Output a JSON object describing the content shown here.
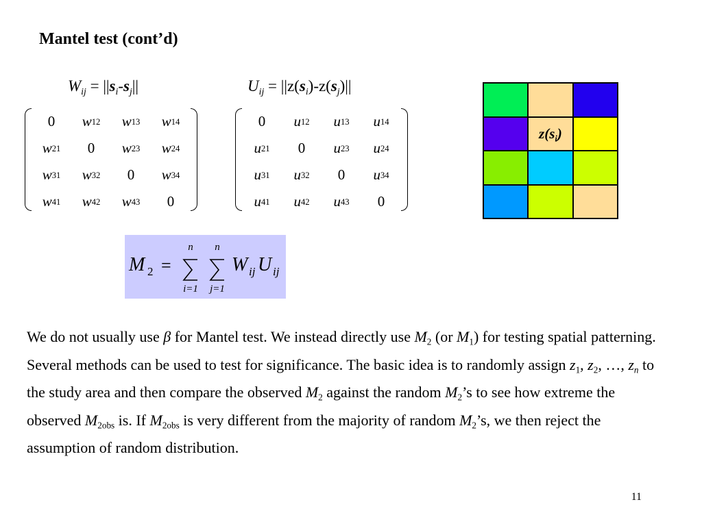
{
  "title": "Mantel test (cont’d)",
  "w_formula": {
    "lhs": "W",
    "lhs_sub": "ij",
    "eq": " = ||",
    "s1": "s",
    "s1_sub": "i",
    "minus": "-",
    "s2": "s",
    "s2_sub": "j",
    "close": "||"
  },
  "u_formula": {
    "lhs": "U",
    "lhs_sub": "ij",
    "eq": " = ||z(",
    "s1": "s",
    "s1_sub": "i",
    "mid": ")-z(",
    "s2": "s",
    "s2_sub": "j",
    "close": ")||"
  },
  "w_matrix": [
    [
      {
        "v": "0",
        "s": ""
      },
      {
        "v": "w",
        "s": "12"
      },
      {
        "v": "w",
        "s": "13"
      },
      {
        "v": "w",
        "s": "14"
      }
    ],
    [
      {
        "v": "w",
        "s": "21"
      },
      {
        "v": "0",
        "s": ""
      },
      {
        "v": "w",
        "s": "23"
      },
      {
        "v": "w",
        "s": "24"
      }
    ],
    [
      {
        "v": "w",
        "s": "31"
      },
      {
        "v": "w",
        "s": "32"
      },
      {
        "v": "0",
        "s": ""
      },
      {
        "v": "w",
        "s": "34"
      }
    ],
    [
      {
        "v": "w",
        "s": "41"
      },
      {
        "v": "w",
        "s": "42"
      },
      {
        "v": "w",
        "s": "43"
      },
      {
        "v": "0",
        "s": ""
      }
    ]
  ],
  "u_matrix": [
    [
      {
        "v": "0",
        "s": ""
      },
      {
        "v": "u",
        "s": "12"
      },
      {
        "v": "u",
        "s": "13"
      },
      {
        "v": "u",
        "s": "14"
      }
    ],
    [
      {
        "v": "u",
        "s": "21"
      },
      {
        "v": "0",
        "s": ""
      },
      {
        "v": "u",
        "s": "23"
      },
      {
        "v": "u",
        "s": "24"
      }
    ],
    [
      {
        "v": "u",
        "s": "31"
      },
      {
        "v": "u",
        "s": "32"
      },
      {
        "v": "0",
        "s": ""
      },
      {
        "v": "u",
        "s": "34"
      }
    ],
    [
      {
        "v": "u",
        "s": "41"
      },
      {
        "v": "u",
        "s": "42"
      },
      {
        "v": "u",
        "s": "43"
      },
      {
        "v": "0",
        "s": ""
      }
    ]
  ],
  "m2_formula": {
    "lhs": "M",
    "lhs_sub": "2",
    "eq": "=",
    "sum1_upper": "n",
    "sum1_lower": "i=1",
    "sum2_upper": "n",
    "sum2_lower": "j=1",
    "w": "W",
    "w_sub": "ij",
    "u": "U",
    "u_sub": "ij"
  },
  "grid": {
    "colors": [
      [
        "#00ee55",
        "#ffdd99",
        "#2200ee"
      ],
      [
        "#5500ee",
        "#ffdd99",
        "#ffff00"
      ],
      [
        "#88ee00",
        "#00ccff",
        "#ccff00"
      ],
      [
        "#0099ff",
        "#ccff00",
        "#ffdd99"
      ]
    ],
    "label": {
      "z": "z",
      "open": "(",
      "s": "s",
      "sub": "i",
      "close": ")"
    }
  },
  "paragraph": {
    "p01": "We do not usually use ",
    "beta": "β",
    "p02": " for Mantel test. We instead directly use ",
    "m_a": "M",
    "m_a_sub": "2",
    "p03": " (or ",
    "m_b": "M",
    "m_b_sub": "1",
    "p04": ") for testing spatial patterning. Several methods can be used to test for significance. The basic idea is to randomly assign ",
    "z1": "z",
    "z1_sub": "1",
    "sep1": ", ",
    "z2": "z",
    "z2_sub": "2",
    "sep2": ", …, ",
    "zn": "z",
    "zn_sub": "n",
    "p05": " to the study area and then compare the observed ",
    "m_c": "M",
    "m_c_sub": "2",
    "p06": " against the random ",
    "m_d": "M",
    "m_d_sub": "2",
    "p07": "’s to see how extreme the observed ",
    "m_e": "M",
    "m_e_sub": "2obs",
    "p08": " is. If ",
    "m_f": "M",
    "m_f_sub": "2obs",
    "p09": " is very different from the majority of random ",
    "m_g": "M",
    "m_g_sub": "2",
    "p10": "’s, we then reject the assumption of random distribution."
  },
  "page_number": "11"
}
